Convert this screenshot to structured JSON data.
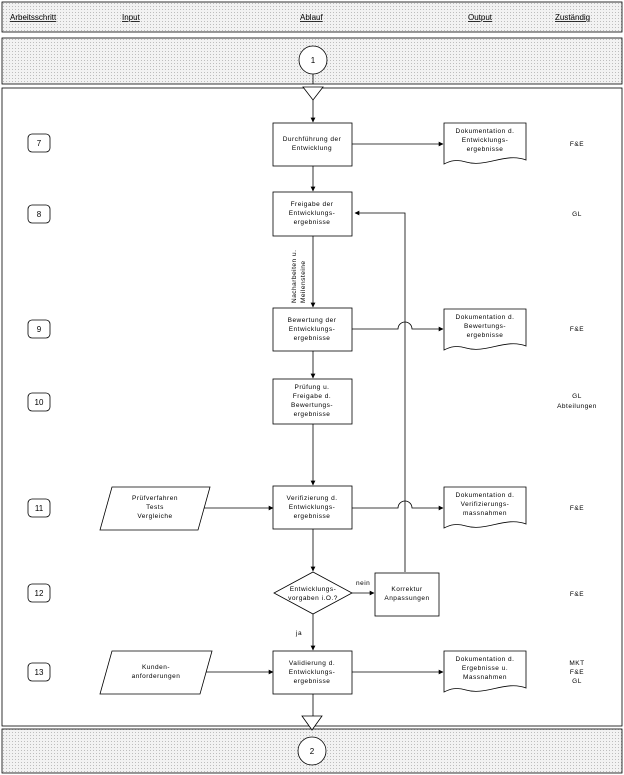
{
  "header": {
    "arbeitsschritt": "Arbeitsschritt",
    "input": "Input",
    "ablauf": "Ablauf",
    "output": "Output",
    "zustaendig": "Zuständig"
  },
  "connectors": {
    "top": "1",
    "bottom": "2"
  },
  "steps": [
    {
      "number": "7",
      "process": [
        "Durchführung der",
        "Entwicklung"
      ],
      "output": [
        "Dokumentation d.",
        "Entwicklungs-",
        "ergebnisse"
      ],
      "responsible": [
        "F&E"
      ]
    },
    {
      "number": "8",
      "process": [
        "Freigabe der",
        "Entwicklungs-",
        "ergebnisse"
      ],
      "responsible": [
        "GL"
      ]
    },
    {
      "number": "9",
      "process": [
        "Bewertung der",
        "Entwicklungs-",
        "ergebnisse"
      ],
      "output": [
        "Dokumentation d.",
        "Bewertungs-",
        "ergebnisse"
      ],
      "responsible": [
        "F&E"
      ]
    },
    {
      "number": "10",
      "process": [
        "Prüfung u.",
        "Freigabe d.",
        "Bewertungs-",
        "ergebnisse"
      ],
      "responsible": [
        "GL",
        "Abteilungen"
      ]
    },
    {
      "number": "11",
      "input": [
        "Prüfverfahren",
        "Tests",
        "Vergleiche"
      ],
      "process": [
        "Verifizierung d.",
        "Entwicklungs-",
        "ergebnisse"
      ],
      "output": [
        "Dokumentation d.",
        "Verifizierungs-",
        "massnahmen"
      ],
      "responsible": [
        "F&E"
      ]
    },
    {
      "number": "12",
      "decision": [
        "Entwicklungs-",
        "vorgaben i.O.?"
      ],
      "correction": [
        "Korrektur",
        "Anpassungen"
      ],
      "responsible": [
        "F&E"
      ]
    },
    {
      "number": "13",
      "input": [
        "Kunden-",
        "anforderungen"
      ],
      "process": [
        "Validierung d.",
        "Entwicklungs-",
        "ergebnisse"
      ],
      "output": [
        "Dokumentation d.",
        "Ergebnisse u.",
        "Massnahmen"
      ],
      "responsible": [
        "MKT",
        "F&E",
        "GL"
      ]
    }
  ],
  "labels": {
    "side_note": [
      "Nacharbeiten u.",
      "Meilensteine"
    ],
    "no": "nein",
    "yes": "ja"
  }
}
